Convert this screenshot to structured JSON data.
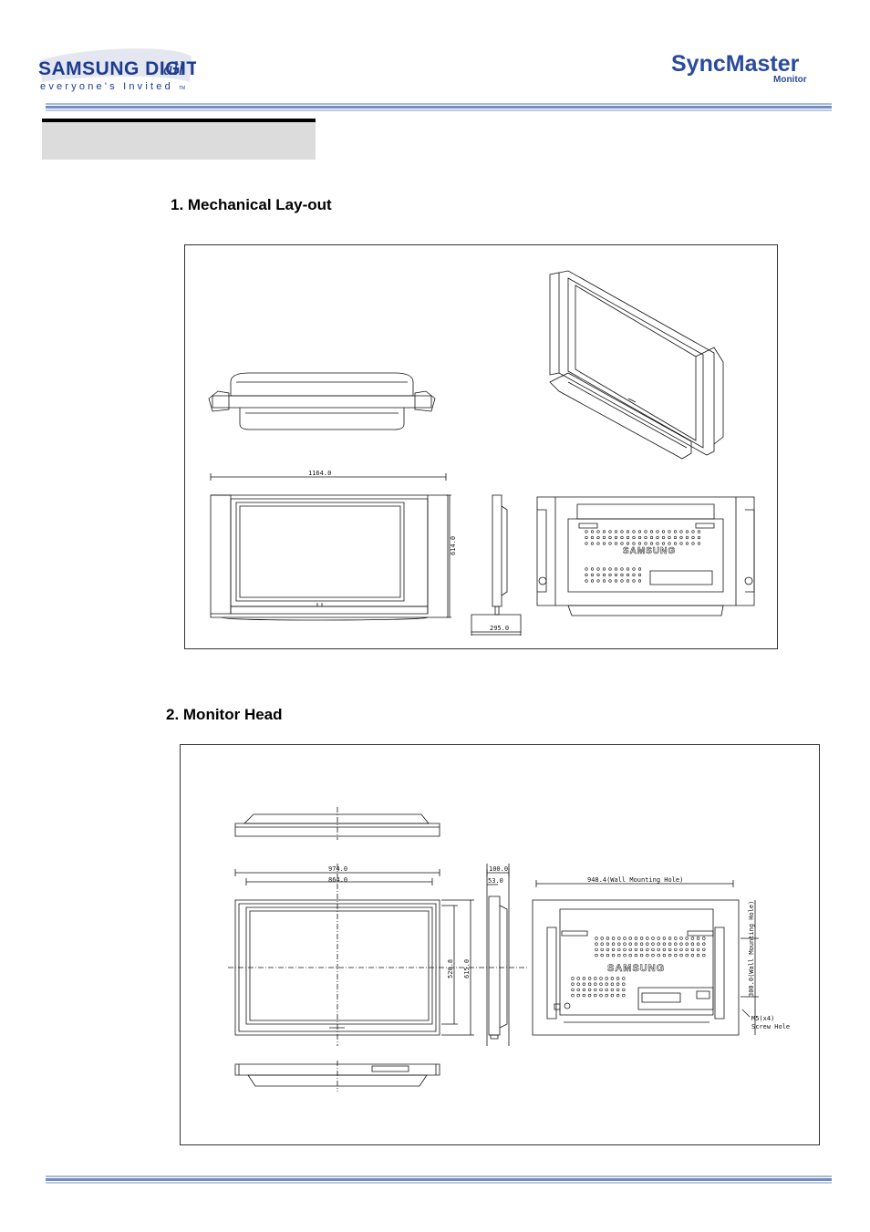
{
  "header": {
    "brand_logo_text": "SAMSUNG DIGITall",
    "brand_tagline": "everyone's Invited",
    "product_logo_text": "SyncMaster",
    "product_logo_sub": "Monitor"
  },
  "sections": [
    {
      "heading": "1. Mechanical Lay-out",
      "dimensions": {
        "width": "1164.0",
        "height": "614.0",
        "depth": "295.0"
      }
    },
    {
      "heading": "2. Monitor Head",
      "dimensions": {
        "outer_width": "974.0",
        "inner_width": "864.0",
        "depth": "100.0",
        "bezel_depth": "53.0",
        "inner_height": "520.8",
        "outer_height": "615.0",
        "wall_mount_h": "948.4(Wall Mounting Hole)",
        "wall_mount_v": "300.0(Wall Mounting Hole)",
        "screw": "M5(x4)",
        "screw_label": "Screw Hole"
      }
    }
  ]
}
